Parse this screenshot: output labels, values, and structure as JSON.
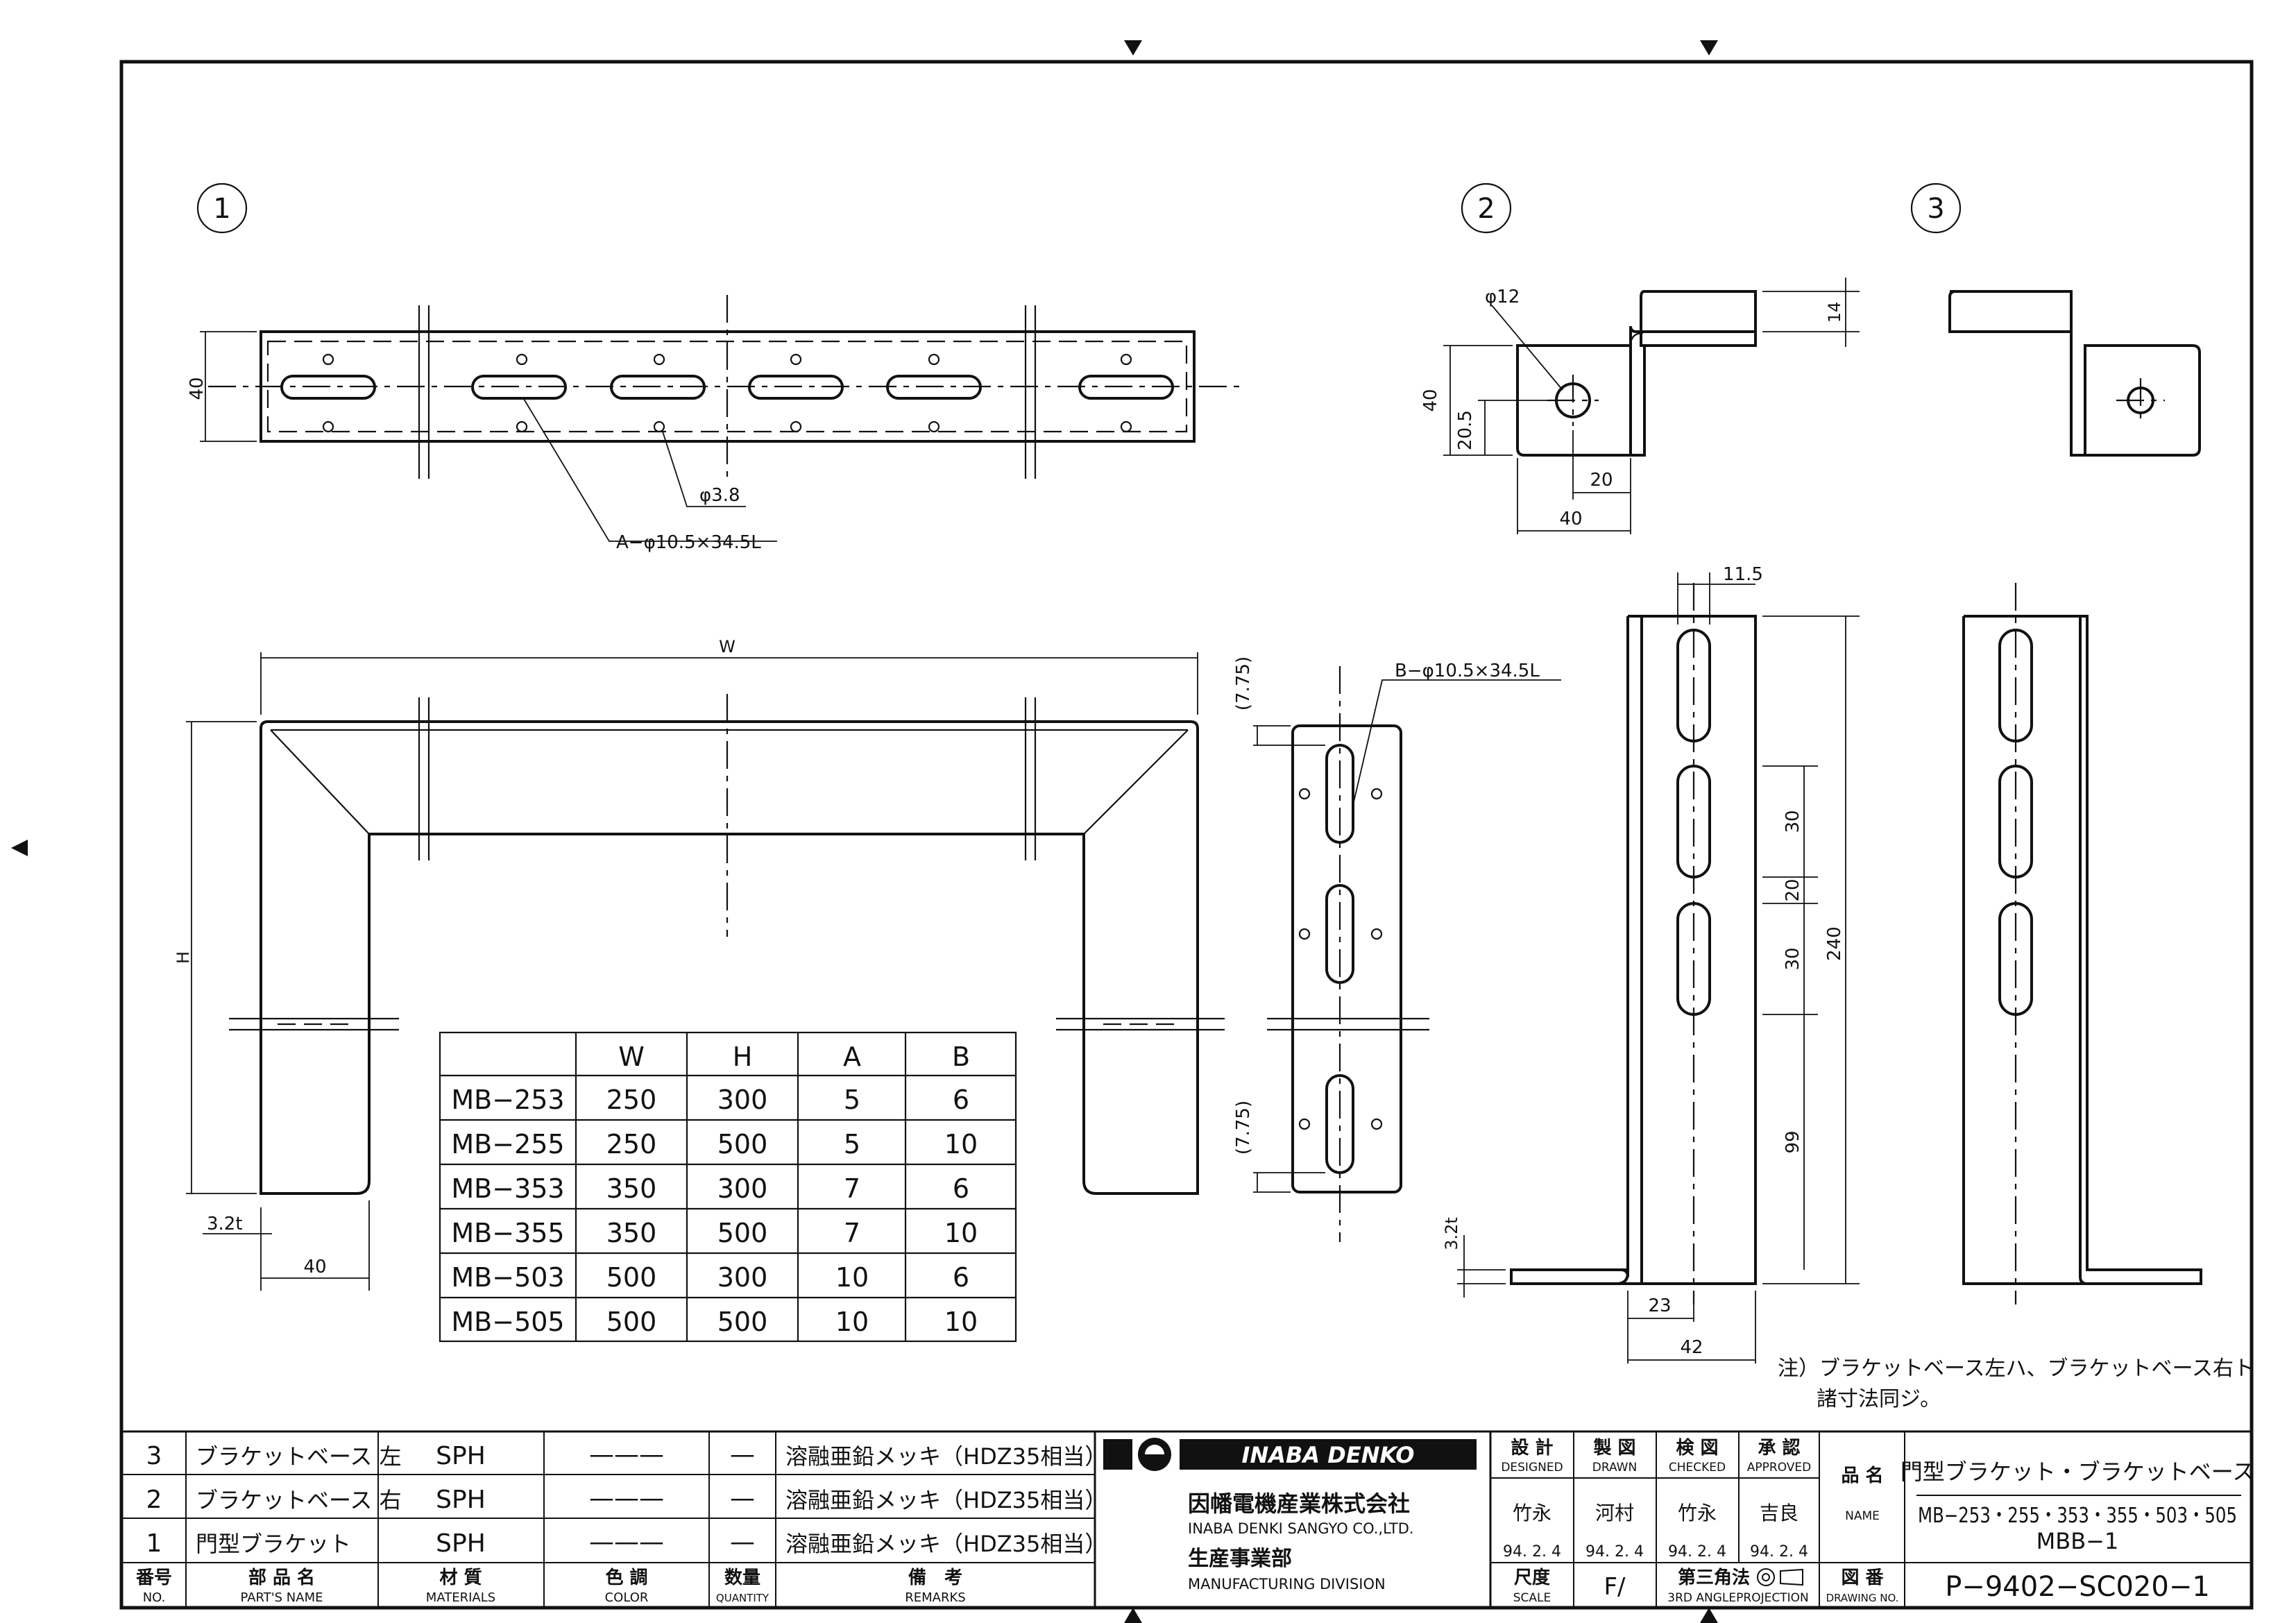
{
  "views": {
    "view1": "1",
    "view2": "2",
    "view3": "3"
  },
  "dimensions": {
    "d40_top": "40",
    "slot_a": "A−φ10.5×34.5L",
    "hole_38": "φ3.8",
    "w": "W",
    "h": "H",
    "t32": "3.2t",
    "d40_bottom": "40",
    "d775_top": "(7.75)",
    "d775_bottom": "(7.75)",
    "slot_b": "B−φ10.5×34.5L",
    "phi12": "φ12",
    "d14": "14",
    "d40_side": "40",
    "d205": "20.5",
    "d20": "20",
    "d40_base": "40",
    "d115": "11.5",
    "d30a": "30",
    "d20b": "20",
    "d30b": "30",
    "d240": "240",
    "d99": "99",
    "t32b": "3.2t",
    "d23": "23",
    "d42": "42"
  },
  "size_table": {
    "headers": [
      "",
      "W",
      "H",
      "A",
      "B"
    ],
    "rows": [
      [
        "MB−253",
        "250",
        "300",
        "5",
        "6"
      ],
      [
        "MB−255",
        "250",
        "500",
        "5",
        "10"
      ],
      [
        "MB−353",
        "350",
        "300",
        "7",
        "6"
      ],
      [
        "MB−355",
        "350",
        "500",
        "7",
        "10"
      ],
      [
        "MB−503",
        "500",
        "300",
        "10",
        "6"
      ],
      [
        "MB−505",
        "500",
        "500",
        "10",
        "10"
      ]
    ]
  },
  "note": {
    "line1": "注）ブラケットベース左ハ、ブラケットベース右ト",
    "line2": "諸寸法同ジ。"
  },
  "parts_list": {
    "rows": [
      {
        "no": "3",
        "name": "ブラケットベース 左",
        "material": "SPH",
        "color": "———",
        "qty": "—",
        "remarks": "溶融亜鉛メッキ（HDZ35相当）"
      },
      {
        "no": "2",
        "name": "ブラケットベース 右",
        "material": "SPH",
        "color": "———",
        "qty": "—",
        "remarks": "溶融亜鉛メッキ（HDZ35相当）"
      },
      {
        "no": "1",
        "name": "門型ブラケット",
        "material": "SPH",
        "color": "———",
        "qty": "—",
        "remarks": "溶融亜鉛メッキ（HDZ35相当）"
      }
    ],
    "header": {
      "no_jp": "番号",
      "no_en": "NO.",
      "name_jp": "部 品 名",
      "name_en": "PART'S NAME",
      "material_jp": "材 質",
      "material_en": "MATERIALS",
      "color_jp": "色 調",
      "color_en": "COLOR",
      "qty_jp": "数量",
      "qty_en": "QUANTITY",
      "remarks_jp": "備　考",
      "remarks_en": "REMARKS"
    }
  },
  "company": {
    "logo": "INABA DENKO",
    "name_jp": "因幡電機産業株式会社",
    "name_en": "INABA DENKI SANGYO CO.,LTD.",
    "division_jp": "生産事業部",
    "division_en": "MANUFACTURING DIVISION"
  },
  "approvals": {
    "designed_jp": "設 計",
    "designed_en": "DESIGNED",
    "designed_by": "竹永",
    "designed_date": "94. 2. 4",
    "drawn_jp": "製 図",
    "drawn_en": "DRAWN",
    "drawn_by": "河村",
    "drawn_date": "94. 2. 4",
    "checked_jp": "検 図",
    "checked_en": "CHECKED",
    "checked_by": "竹永",
    "checked_date": "94. 2. 4",
    "approved_jp": "承 認",
    "approved_en": "APPROVED",
    "approved_by": "吉良",
    "approved_date": "94. 2. 4"
  },
  "scale": {
    "jp": "尺度",
    "en": "SCALE",
    "value": "F/"
  },
  "projection": {
    "jp": "第三角法",
    "en": "3RD ANGLEPROJECTION"
  },
  "title": {
    "label_jp": "品 名",
    "label_en": "NAME",
    "line1": "門型ブラケット・ブラケットベース",
    "line2": "MB−253・255・353・355・503・505",
    "line3": "MBB−1"
  },
  "drawing_no": {
    "label_jp": "図 番",
    "label_en": "DRAWING NO.",
    "value": "P−9402−SC020−1"
  }
}
